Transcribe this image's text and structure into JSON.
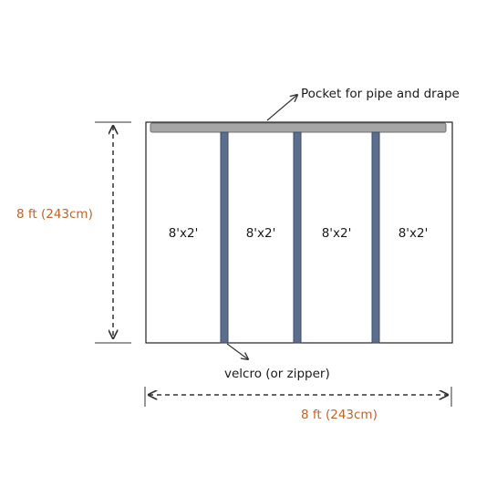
{
  "diagram": {
    "pocket_label": "Pocket for pipe and drape",
    "height_label": "8 ft (243cm)",
    "width_label": "8 ft (243cm)",
    "velcro_label": "velcro (or zipper)",
    "panels": [
      {
        "label": "8'x2'"
      },
      {
        "label": "8'x2'"
      },
      {
        "label": "8'x2'"
      },
      {
        "label": "8'x2'"
      }
    ]
  },
  "colors": {
    "outline": "#222222",
    "pocket_fill": "#a6a6a6",
    "pocket_stroke": "#6f6f6f",
    "seam_fill": "#5b6e8f",
    "seam_stroke": "#3c4c66",
    "dimension_text": "#c0622a",
    "arrow": "#333333"
  }
}
